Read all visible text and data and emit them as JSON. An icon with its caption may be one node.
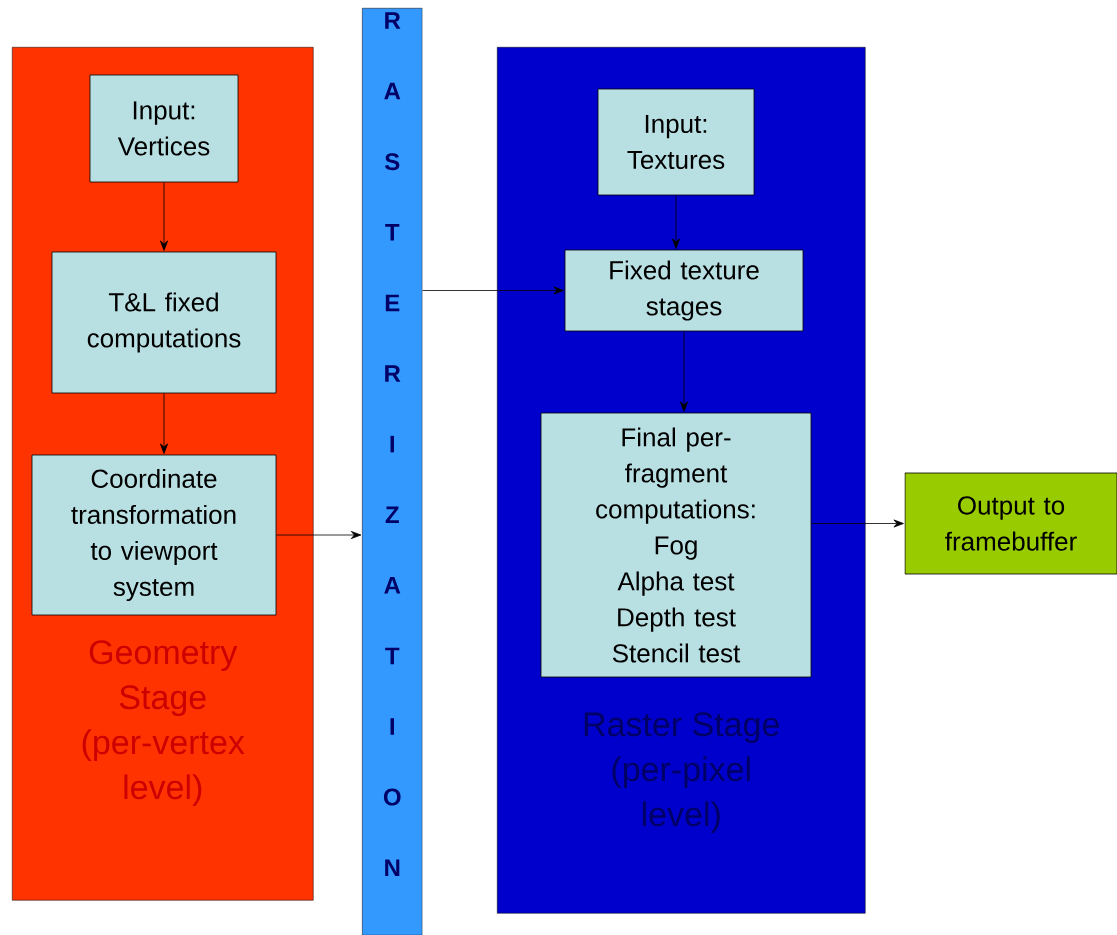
{
  "diagram": {
    "nodes": [
      {
        "text": [
          "Geometry Stage (per-vertex level)"
        ]
      },
      {
        "text": [
          "Input: Vertices"
        ],
        "in": 0
      },
      {
        "text": [
          "T&L fixed computations"
        ],
        "in": 0
      },
      {
        "text": [
          "Coordinate transformation to viewport system"
        ],
        "in": 0
      },
      {
        "text": [
          "RASTERIZATION"
        ]
      },
      {
        "text": [
          "Raster Stage (per-pixel level)"
        ]
      },
      {
        "text": [
          "Input: Textures"
        ],
        "in": 5
      },
      {
        "text": [
          "Fixed texture stages"
        ],
        "in": 5
      },
      {
        "text": [
          "Final per-fragment computations:",
          "Fog",
          "Alpha test",
          "Depth test",
          "Stencil test"
        ],
        "in": 5
      },
      {
        "text": [
          "Output to framebuffer"
        ]
      }
    ],
    "edges": [
      {
        "from": 1,
        "to": 2,
        "arrow": "to"
      },
      {
        "from": 2,
        "to": 3,
        "arrow": "to"
      },
      {
        "from": 3,
        "to": 4,
        "arrow": "to"
      },
      {
        "from": 4,
        "to": 7,
        "arrow": "to"
      },
      {
        "from": 6,
        "to": 7,
        "arrow": "to"
      },
      {
        "from": 7,
        "to": 8,
        "arrow": "to"
      },
      {
        "from": 8,
        "to": 9,
        "arrow": "to"
      }
    ]
  }
}
